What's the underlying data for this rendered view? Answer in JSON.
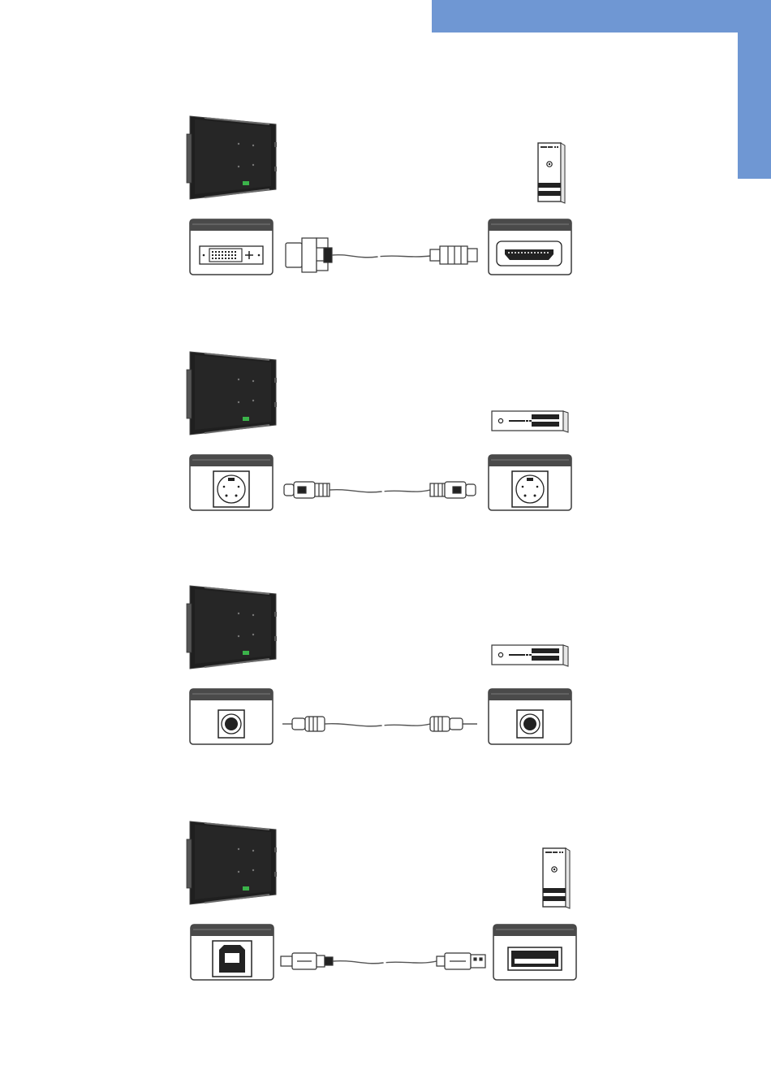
{
  "theme": {
    "accent": "#6f97d3",
    "panel_dark": "#1e1e1e",
    "stroke": "#3a3a3a"
  },
  "sections": [
    {
      "id": "dvi-hdmi",
      "monitor_port": "dvi-port",
      "cable": "dvi-to-hdmi-cable",
      "source_port": "hdmi-port",
      "source_device": "pc-tower"
    },
    {
      "id": "s-video",
      "monitor_port": "s-video-port",
      "cable": "s-video-cable",
      "source_port": "s-video-port",
      "source_device": "dvd-player"
    },
    {
      "id": "composite",
      "monitor_port": "rca-port",
      "cable": "rca-cable",
      "source_port": "rca-port",
      "source_device": "dvd-player"
    },
    {
      "id": "usb",
      "monitor_port": "usb-b-port",
      "cable": "usb-a-to-b-cable",
      "source_port": "usb-a-port",
      "source_device": "pc-tower"
    }
  ]
}
